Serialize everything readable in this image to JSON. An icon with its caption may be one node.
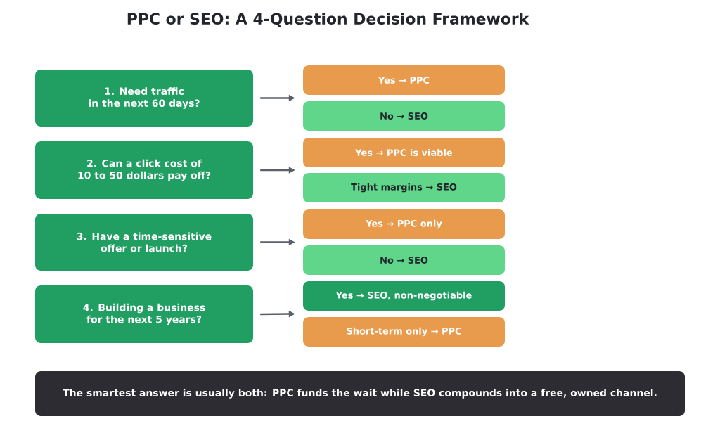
{
  "diagram": {
    "title": "PPC or SEO: A 4-Question Decision Framework",
    "nodes": [
      {
        "text": [
          "1. Need traffic in the next 60 days?"
        ]
      },
      {
        "text": [
          "Yes → PPC"
        ]
      },
      {
        "text": [
          "No → SEO"
        ]
      },
      {
        "text": [
          "2. Can a click cost of 10 to 50 dollars pay off?"
        ]
      },
      {
        "text": [
          "Yes → PPC is viable"
        ]
      },
      {
        "text": [
          "Tight margins → SEO"
        ]
      },
      {
        "text": [
          "3. Have a time-sensitive offer or launch?"
        ]
      },
      {
        "text": [
          "Yes → PPC only"
        ]
      },
      {
        "text": [
          "No → SEO"
        ]
      },
      {
        "text": [
          "4. Building a business for the next 5 years?"
        ]
      },
      {
        "text": [
          "Yes → SEO, non-negotiable"
        ]
      },
      {
        "text": [
          "Short-term only → PPC"
        ]
      },
      {
        "text": [
          "The smartest answer is usually both: PPC funds the wait while SEO compounds into a free, owned channel."
        ]
      }
    ],
    "edges": [
      {
        "from": 0,
        "to": 1,
        "arrow": "to"
      },
      {
        "from": 0,
        "to": 2,
        "arrow": "to"
      },
      {
        "from": 3,
        "to": 4,
        "arrow": "to"
      },
      {
        "from": 3,
        "to": 5,
        "arrow": "to"
      },
      {
        "from": 6,
        "to": 7,
        "arrow": "to"
      },
      {
        "from": 6,
        "to": 8,
        "arrow": "to"
      },
      {
        "from": 9,
        "to": 10,
        "arrow": "to"
      },
      {
        "from": 9,
        "to": 11,
        "arrow": "to"
      }
    ]
  }
}
